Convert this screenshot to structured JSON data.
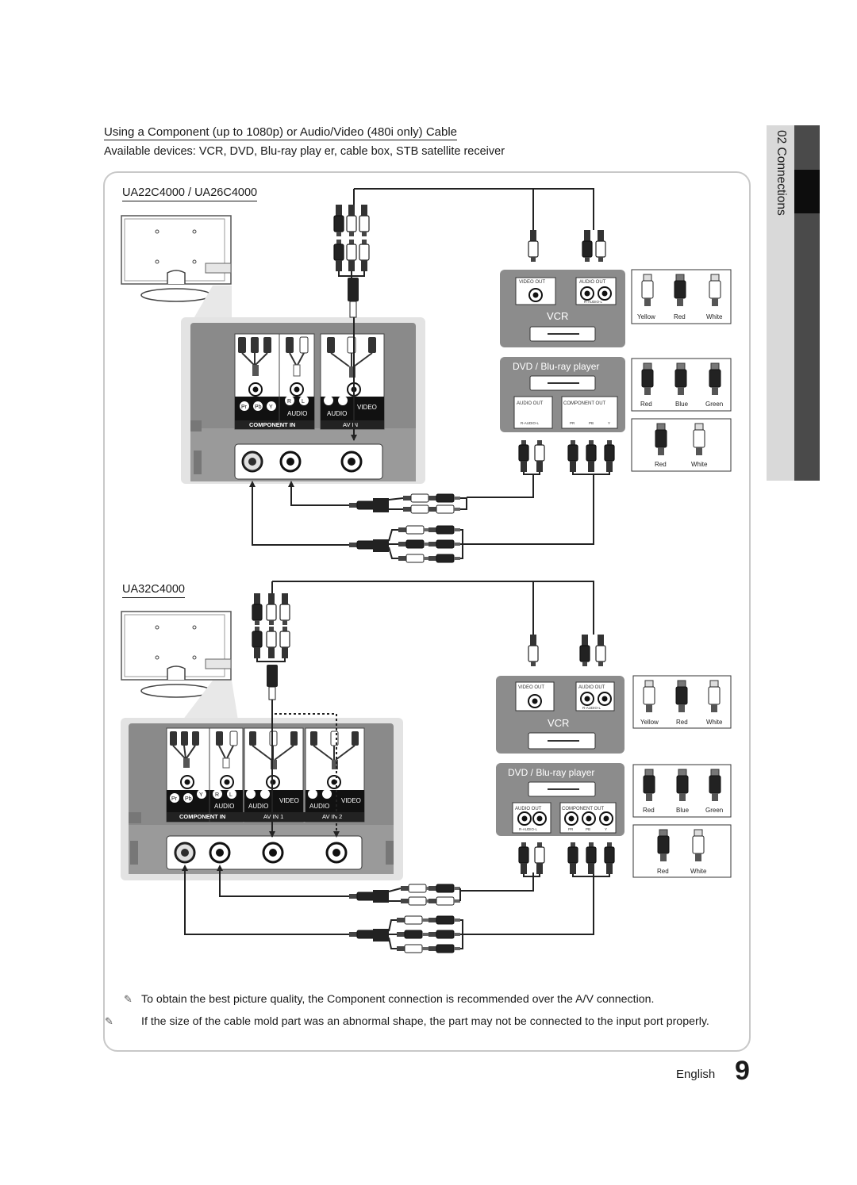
{
  "heading": "Using a Component (up to 1080p) or Audio/Video (480i only) Cable",
  "subheading": "Available devices: VCR, DVD, Blu-ray play er, cable box, STB satellite receiver",
  "side_tab": {
    "label": "02  Connections"
  },
  "diagram1": {
    "model": "UA22C4000 / UA26C4000",
    "panel_labels": {
      "audio1": "AUDIO",
      "audio2": "AUDIO",
      "video": "VIDEO",
      "component_in": "COMPONENT IN",
      "av_in": "AV IN",
      "r": "R",
      "l": "L",
      "pr": "Pr",
      "pb": "Pb",
      "y": "Y"
    },
    "vcr": {
      "title": "VCR",
      "video_out": "VIDEO OUT",
      "audio_out": "AUDIO OUT",
      "audio_rl": "R-AUDIO-L"
    },
    "dvd": {
      "title": "DVD / Blu-ray player",
      "audio_out": "AUDIO OUT",
      "component_out": "COMPONENT OUT",
      "audio_rl": "R-AUDIO-L",
      "pr": "PR",
      "pb": "PB",
      "y": "Y"
    },
    "legend_av": [
      "Yellow",
      "Red",
      "White"
    ],
    "legend_component": [
      "Red",
      "Blue",
      "Green"
    ],
    "legend_audio": [
      "Red",
      "White"
    ]
  },
  "diagram2": {
    "model": "UA32C4000",
    "panel_labels": {
      "audio1": "AUDIO",
      "audio2": "AUDIO",
      "audio3": "AUDIO",
      "video1": "VIDEO",
      "video2": "VIDEO",
      "component_in": "COMPONENT IN",
      "av_in1": "AV IN 1",
      "av_in2": "AV IN 2",
      "r": "R",
      "l": "L",
      "pr": "Pr",
      "pb": "Pb",
      "y": "Y"
    },
    "vcr": {
      "title": "VCR",
      "video_out": "VIDEO OUT",
      "audio_out": "AUDIO OUT",
      "audio_rl": "R-AUDIO-L"
    },
    "dvd": {
      "title": "DVD / Blu-ray player",
      "audio_out": "AUDIO OUT",
      "component_out": "COMPONENT OUT",
      "audio_rl": "R-AUDIO-L",
      "pr": "PR",
      "pb": "PB",
      "y": "Y"
    },
    "legend_av": [
      "Yellow",
      "Red",
      "White"
    ],
    "legend_component": [
      "Red",
      "Blue",
      "Green"
    ],
    "legend_audio": [
      "Red",
      "White"
    ]
  },
  "notes": [
    "To obtain the best picture quality, the Component connection is recommended over the A/V connection.",
    "If the size of the cable mold part was an abnormal shape, the part may not be connected to the input port properly."
  ],
  "footer": {
    "language": "English",
    "page": "9"
  }
}
